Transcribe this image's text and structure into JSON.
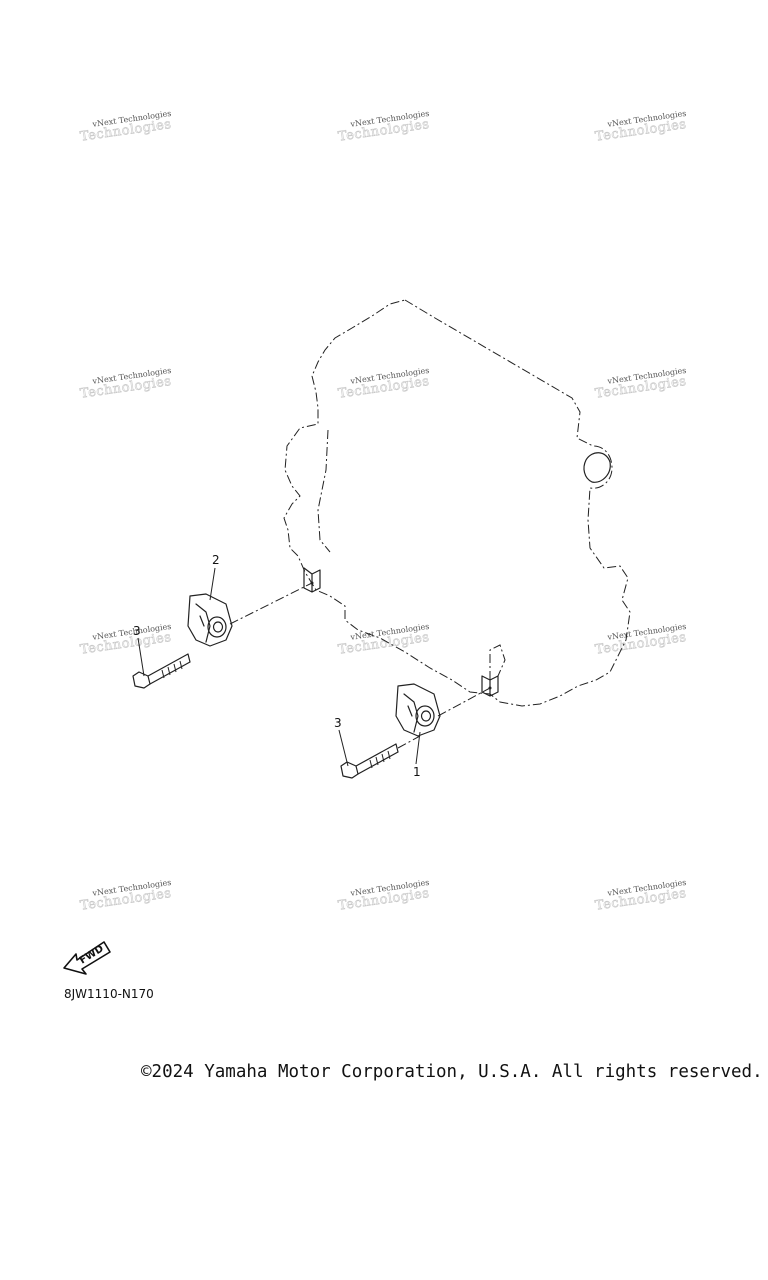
{
  "watermark": {
    "line1": "vNext Technologies",
    "line2": "Technologies"
  },
  "callouts": {
    "mount_right": "1",
    "mount_left": "2",
    "bolt_left": "3",
    "bolt_right": "3"
  },
  "fwd_indicator": {
    "label": "FWD",
    "icon": "fwd-arrow-icon"
  },
  "part_code": "8JW1110-N170",
  "copyright": "©2024 Yamaha Motor Corporation, U.S.A. All rights reserved.",
  "colors": {
    "line": "#222222",
    "background": "#ffffff",
    "watermark": "#c8c8c8"
  }
}
